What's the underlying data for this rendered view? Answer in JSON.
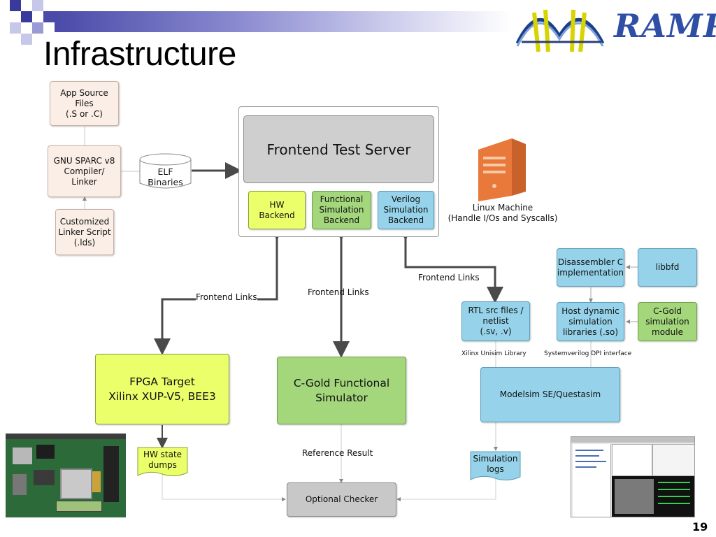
{
  "slide": {
    "title": "Infrastructure",
    "page_number": "19",
    "logo_text": "RAMP"
  },
  "nodes": {
    "app_source": "App Source\nFiles\n(.S or .C)",
    "gnu_compiler": "GNU SPARC v8\nCompiler/\nLinker",
    "linker_script": "Customized\nLinker Script\n(.lds)",
    "elf_binaries": "ELF\nBinaries",
    "frontend_server": "Frontend Test Server",
    "hw_backend": "HW\nBackend",
    "functional_backend": "Functional\nSimulation\nBackend",
    "verilog_backend": "Verilog\nSimulation\nBackend",
    "linux_machine": "Linux Machine\n(Handle I/Os and Syscalls)",
    "disassembler": "Disassembler C\nimplementation",
    "libbfd": "libbfd",
    "rtl_src": "RTL src files /\nnetlist\n(.sv, .v)",
    "host_libs": "Host dynamic\nsimulation\nlibraries (.so)",
    "cgold_module": "C-Gold\nsimulation\nmodule",
    "fpga_target": "FPGA Target\nXilinx XUP-V5, BEE3",
    "cgold_simulator": "C-Gold Functional\nSimulator",
    "modelsim": "Modelsim SE/Questasim",
    "hw_dumps": "HW state\ndumps",
    "sim_logs": "Simulation\nlogs",
    "optional_checker": "Optional Checker"
  },
  "labels": {
    "frontend_links_left": "Frontend Links",
    "frontend_links_mid": "Frontend Links",
    "frontend_links_right": "Frontend Links",
    "xilinx_unisim": "Xilinx Unisim Library",
    "systemverilog_dpi": "Systemverilog DPI interface",
    "reference_result": "Reference Result"
  },
  "colors": {
    "peach": "#fbeee6",
    "yellow": "#eaff6a",
    "green": "#a4d67c",
    "blue": "#96d3ea",
    "gray": "#c8c8c8",
    "server_orange": "#e8793a",
    "accent_blue": "#4a4aa8"
  },
  "icons": [
    "server-tower-icon",
    "fpga-board-photo",
    "simulator-screenshot",
    "ramp-bridge-logo"
  ]
}
